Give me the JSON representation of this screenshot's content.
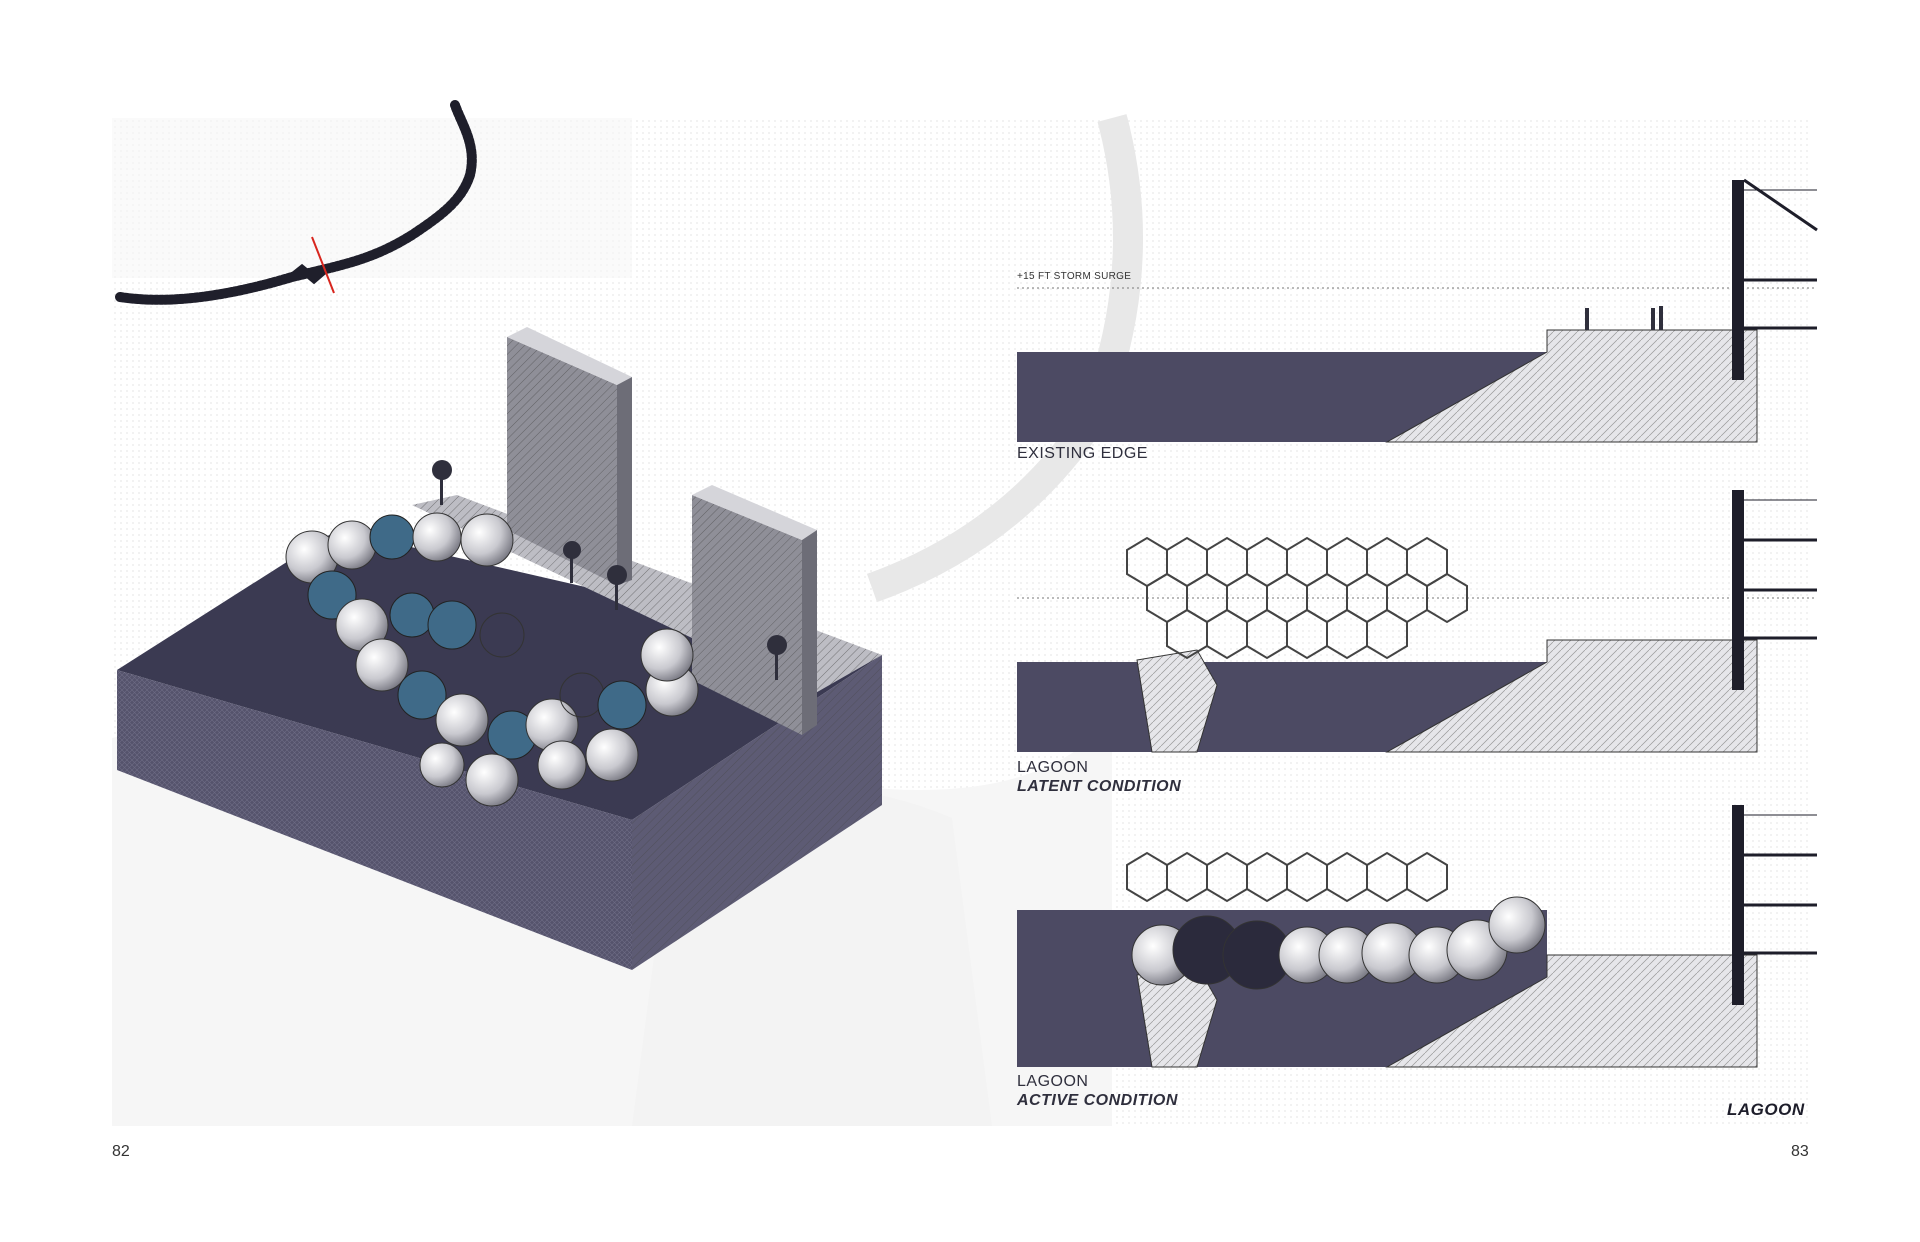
{
  "pages": {
    "left_number": "82",
    "right_number": "83"
  },
  "sections": {
    "surge_label": "+15 FT STORM SURGE",
    "existing": {
      "title": "EXISTING EDGE"
    },
    "latent": {
      "title": "LAGOON",
      "subtitle": "LATENT CONDITION"
    },
    "active": {
      "title": "LAGOON",
      "subtitle": "ACTIVE CONDITION"
    }
  },
  "sheet_title": "LAGOON",
  "colors": {
    "water": "#4c4a63",
    "water_dark": "#2b2a3c",
    "blue_panel": "#3f6a88",
    "outline": "#2a2a36",
    "map_grey": "#eeeeee",
    "red_marker": "#d8261e"
  }
}
